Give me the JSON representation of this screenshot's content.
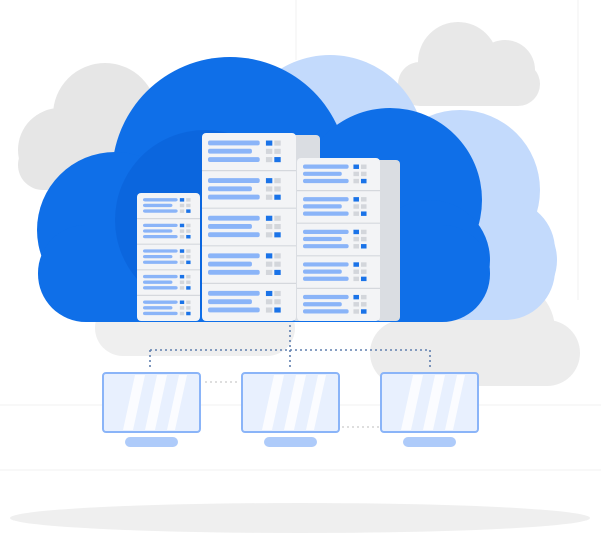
{
  "illustration": {
    "subject": "cloud-server-network",
    "colors": {
      "primary_blue": "#0f6fe8",
      "dark_blue": "#0a5fd6",
      "light_blue": "#c3dafc",
      "server_body": "#f3f4f6",
      "server_side": "#dadde2",
      "server_bar": "#8ab4f8",
      "server_accent": "#1a73e8",
      "grey_cloud": "#e6e6e6",
      "monitor_fill": "#e8f0fe",
      "monitor_border": "#8ab4f8",
      "connector": "#5f7fae",
      "shadow": "#efefef"
    },
    "server_racks": [
      {
        "units": 5
      },
      {
        "units": 5
      },
      {
        "units": 5
      }
    ],
    "monitors": [
      {
        "id": "left"
      },
      {
        "id": "center"
      },
      {
        "id": "right"
      }
    ]
  }
}
